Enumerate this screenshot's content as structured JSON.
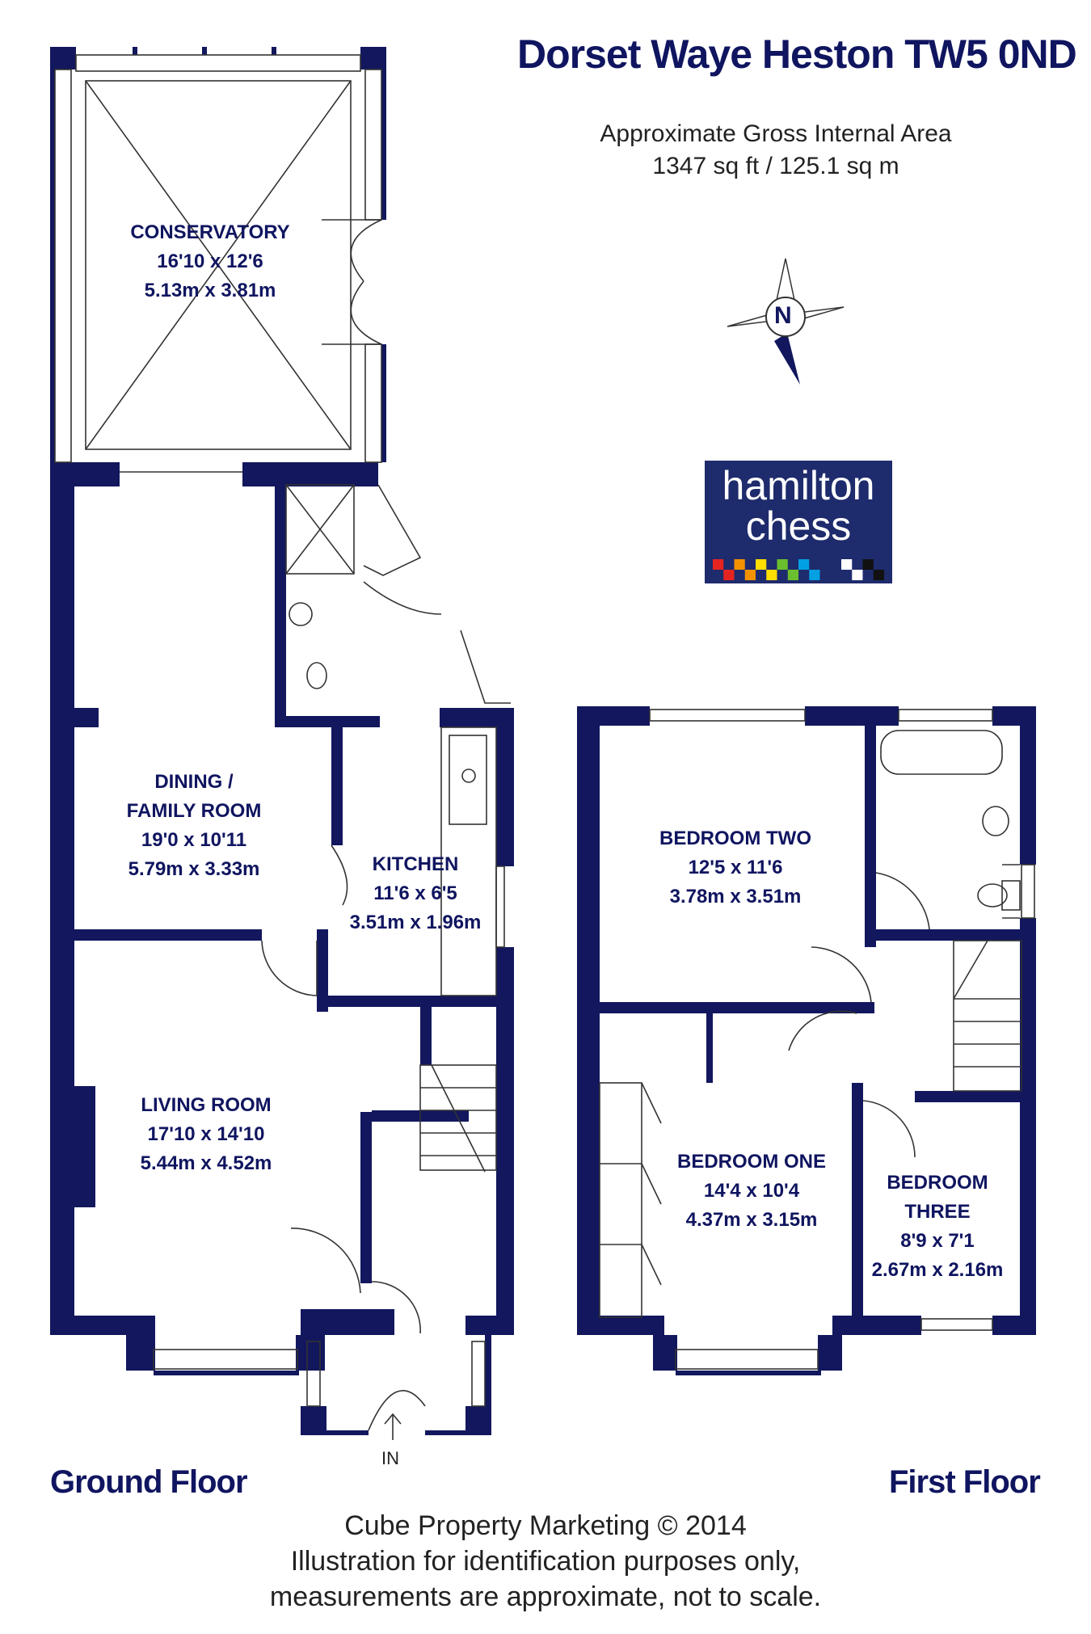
{
  "header": {
    "title": "Dorset Waye Heston TW5 0ND",
    "area_line1": "Approximate Gross Internal Area",
    "area_line2": "1347 sq ft /  125.1 sq m"
  },
  "compass": {
    "label": "N"
  },
  "logo": {
    "line1": "hamilton",
    "line2": "chess",
    "checker_colors": [
      "#e52421",
      "#f39200",
      "#ffde00",
      "#6bbf2e",
      "#00a0e3",
      "#1e2b6c",
      "#ffffff",
      "#111111"
    ]
  },
  "colors": {
    "walls": "#12175e",
    "text": "#101560",
    "logo_bg": "#1e2b6c"
  },
  "rooms": {
    "conservatory": {
      "name": "CONSERVATORY",
      "imperial": "16'10 x 12'6",
      "metric": "5.13m x 3.81m"
    },
    "dining": {
      "name1": "DINING /",
      "name2": "FAMILY ROOM",
      "imperial": "19'0 x 10'11",
      "metric": "5.79m x 3.33m"
    },
    "kitchen": {
      "name": "KITCHEN",
      "imperial": "11'6 x 6'5",
      "metric": "3.51m x 1.96m"
    },
    "living": {
      "name": "LIVING ROOM",
      "imperial": "17'10 x 14'10",
      "metric": "5.44m x 4.52m"
    },
    "bedroom_two": {
      "name": "BEDROOM TWO",
      "imperial": "12'5 x 11'6",
      "metric": "3.78m x 3.51m"
    },
    "bedroom_one": {
      "name": "BEDROOM ONE",
      "imperial": "14'4 x 10'4",
      "metric": "4.37m x 3.15m"
    },
    "bedroom_three": {
      "name1": "BEDROOM",
      "name2": "THREE",
      "imperial": "8'9 x 7'1",
      "metric": "2.67m x 2.16m"
    }
  },
  "entrance_label": "IN",
  "floors": {
    "ground": "Ground Floor",
    "first": "First Floor"
  },
  "footer": {
    "line1": "Cube Property Marketing © 2014",
    "line2": "Illustration for identification purposes only,",
    "line3": "measurements are approximate, not to scale."
  }
}
